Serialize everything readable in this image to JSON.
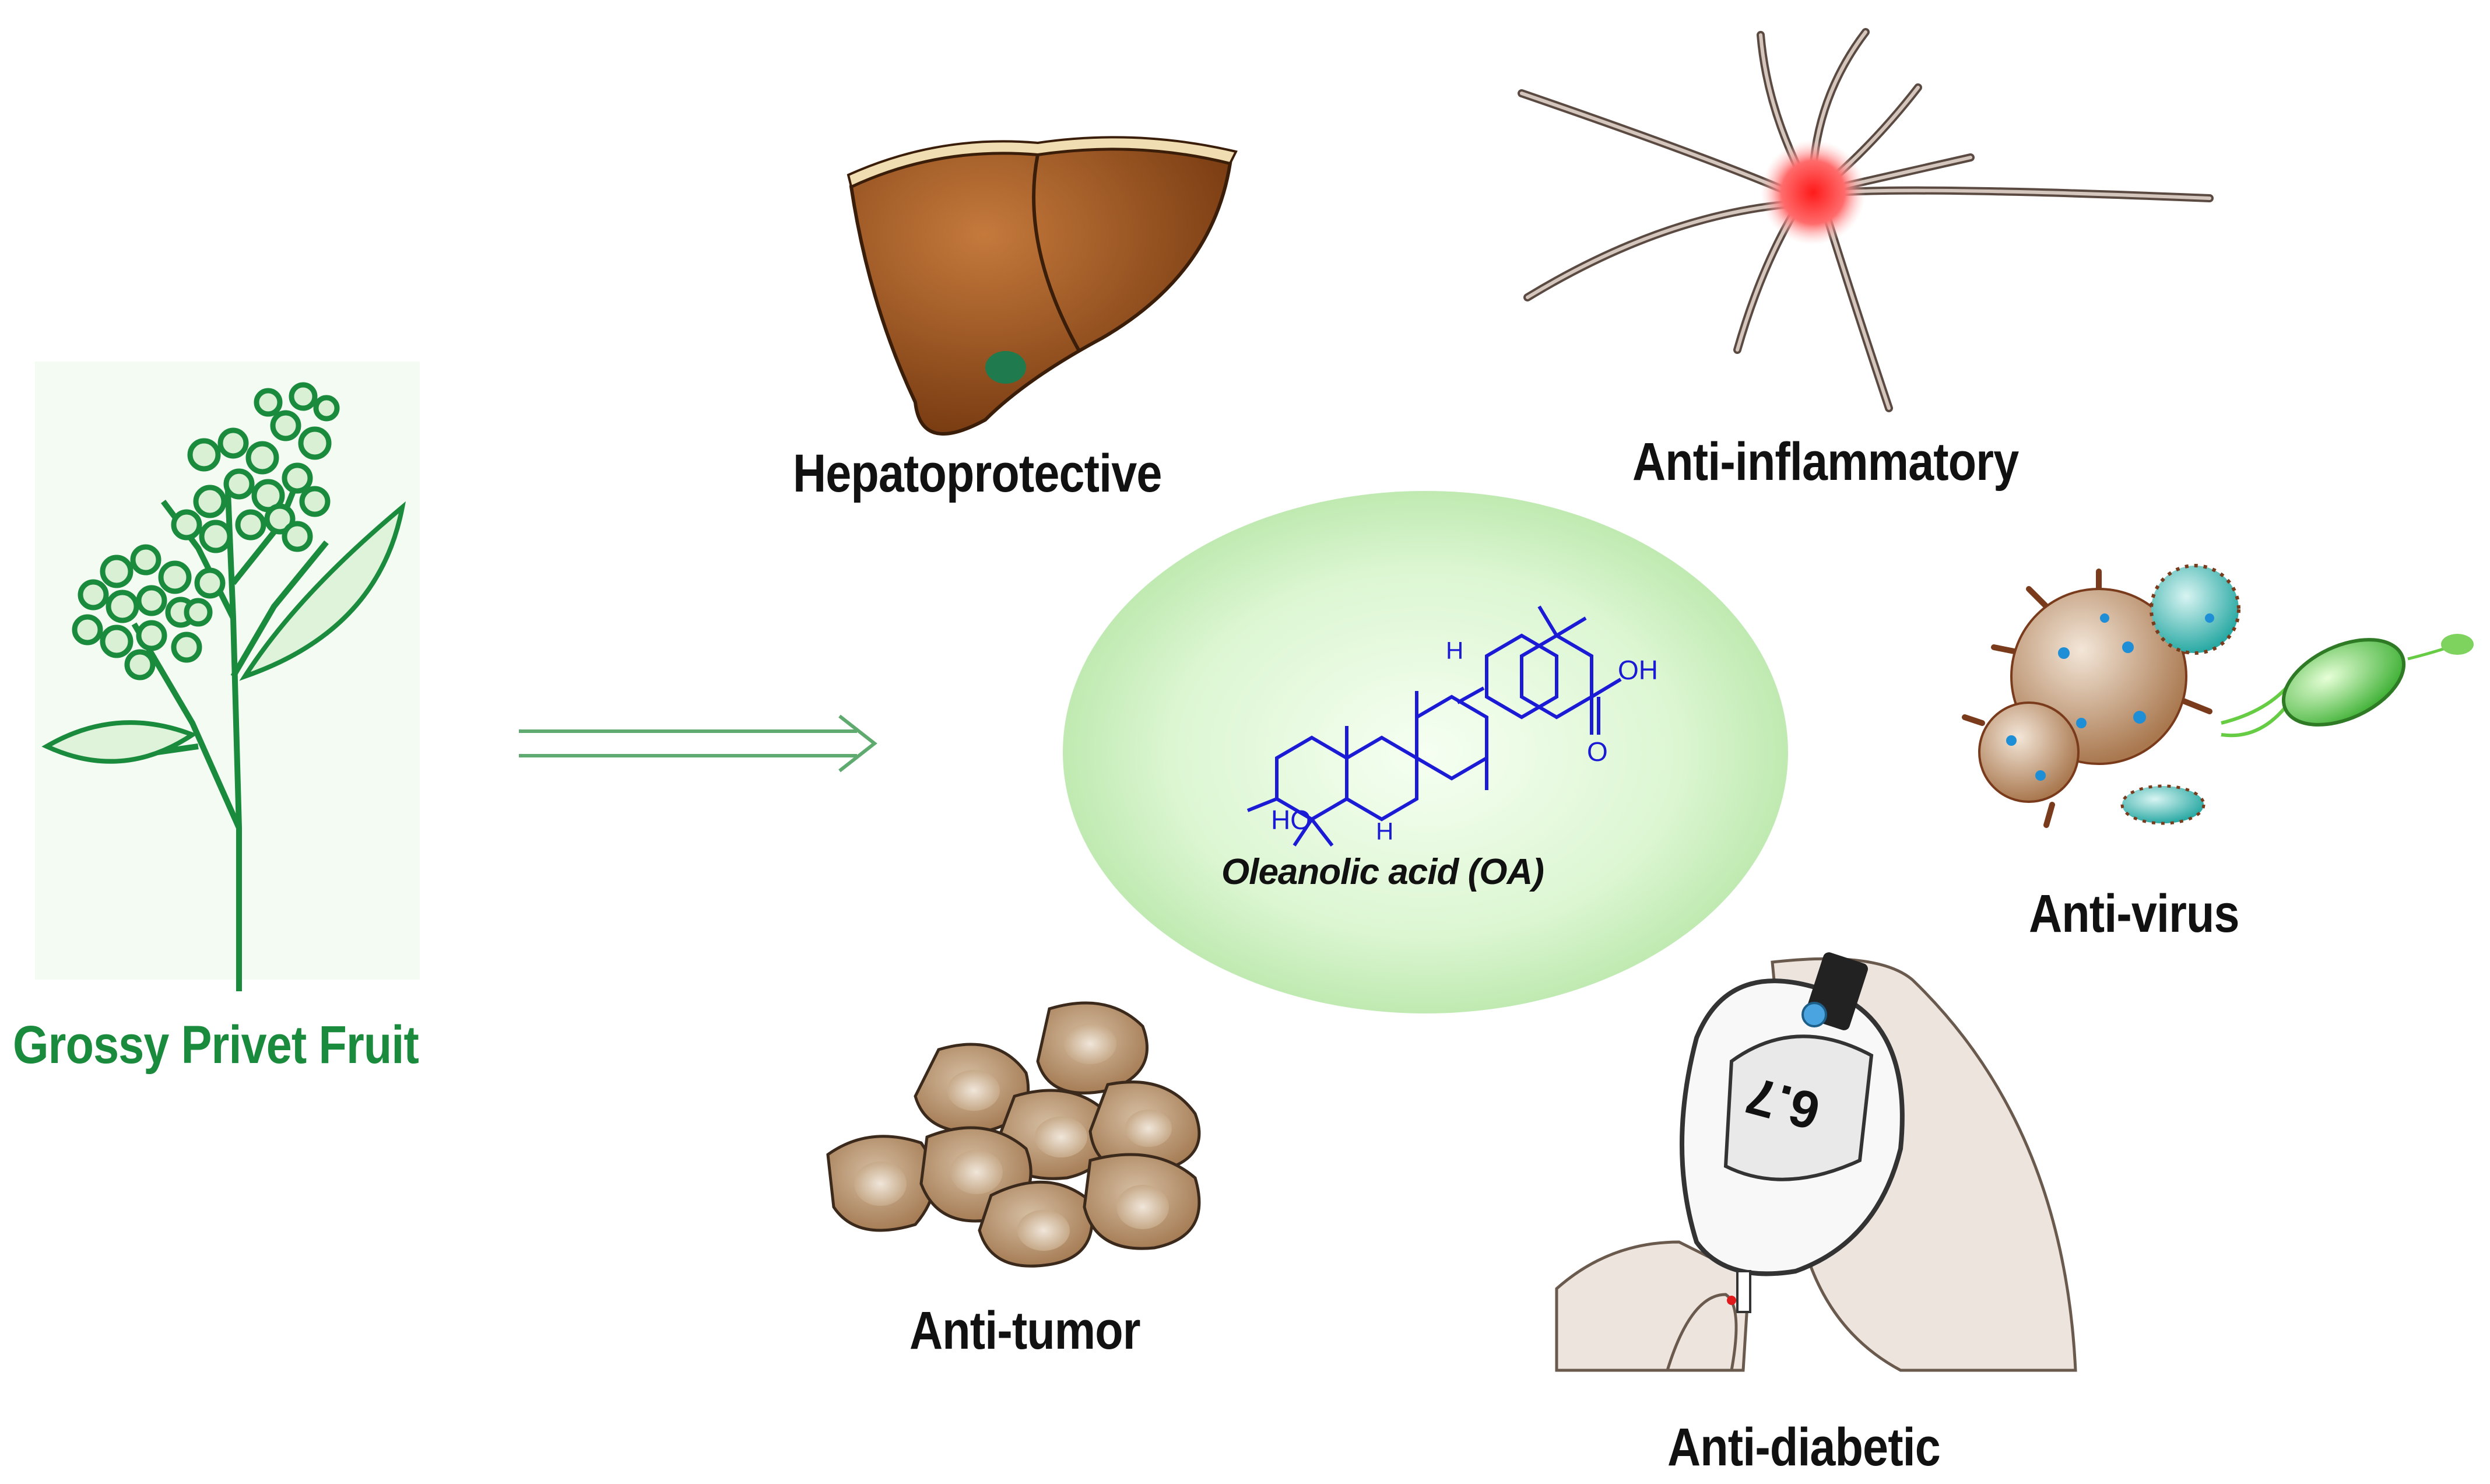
{
  "plant": {
    "caption": "Grossy Privet Fruit"
  },
  "center": {
    "compound_label": "Oleanolic acid (OA)",
    "atoms": {
      "hydroxyl": "HO",
      "carboxyl_oh": "OH",
      "carbonyl_o": "O",
      "h1": "H",
      "h2": "H",
      "h3": "H"
    }
  },
  "activities": {
    "hepatoprotective": "Hepatoprotective",
    "anti_inflammatory": "Anti-inflammatory",
    "anti_virus": "Anti-virus",
    "anti_diabetic": "Anti-diabetic",
    "anti_tumor": "Anti-tumor"
  },
  "glucometer": {
    "reading": "6.7"
  },
  "colors": {
    "plant_green": "#1a8a3c",
    "molecule_blue": "#1b1bd6",
    "ellipse_green": "#cdf2c2",
    "liver_brown": "#8b4a1d",
    "cell_tan": "#b58d62"
  }
}
